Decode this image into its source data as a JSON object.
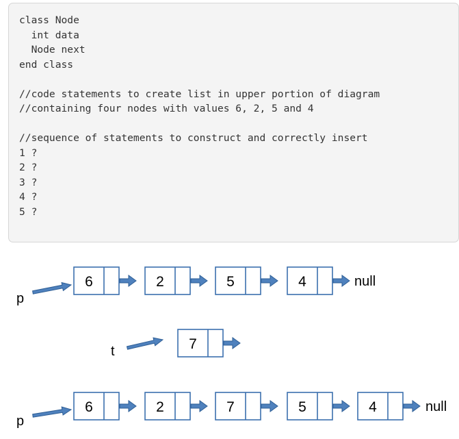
{
  "code": {
    "lines": [
      "class Node",
      "  int data",
      "  Node next",
      "end class",
      "",
      "//code statements to create list in upper portion of diagram",
      "//containing four nodes with values 6, 2, 5 and 4",
      "",
      "//sequence of statements to construct and correctly insert",
      "1 ?",
      "2 ?",
      "3 ?",
      "4 ?",
      "5 ?"
    ]
  },
  "diagram": {
    "colors": {
      "node_border": "#3b6fae",
      "arrow": "#4f81bd",
      "arrow_outline": "#2e5e95"
    },
    "top_list": {
      "pointer_label": "p",
      "values": [
        "6",
        "2",
        "5",
        "4"
      ],
      "terminator": "null"
    },
    "new_node": {
      "pointer_label": "t",
      "value": "7"
    },
    "bottom_list": {
      "pointer_label": "p",
      "values": [
        "6",
        "2",
        "7",
        "5",
        "4"
      ],
      "terminator": "null"
    }
  }
}
